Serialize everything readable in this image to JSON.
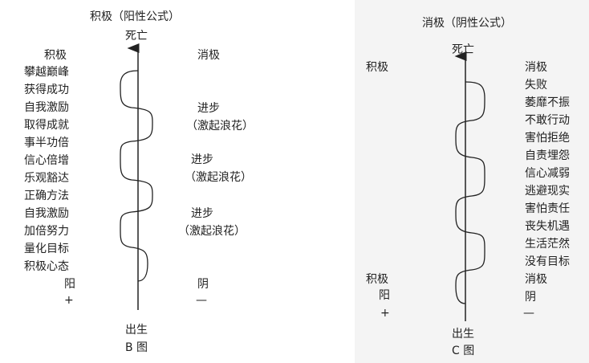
{
  "figure_b": {
    "title": "积极（阳性公式）",
    "top_label": "死亡",
    "left_header": "积极",
    "right_header": "消极",
    "left_items": [
      "攀越巅峰",
      "获得成功",
      "自我激励",
      "取得成就",
      "事半功倍",
      "信心倍增",
      "乐观豁达",
      "正确方法",
      "自我激励",
      "加倍努力",
      "量化目标",
      "积极心态"
    ],
    "progress_1": "进步",
    "progress_1_note": "（激起浪花）",
    "progress_2": "进步",
    "progress_2_note": "（激起浪花）",
    "progress_3": "进步",
    "progress_3_note": "（激起浪花）",
    "yang_label": "阳",
    "yang_symbol": "+",
    "yin_label": "阴",
    "yin_symbol": "—",
    "bottom_label": "出生",
    "caption": "B 图"
  },
  "figure_c": {
    "title": "消极（阴性公式）",
    "top_label": "死亡",
    "left_top": "积极",
    "right_items": [
      "消极",
      "失败",
      "萎靡不振",
      "不敢行动",
      "害怕拒绝",
      "自责埋怨",
      "信心减弱",
      "逃避现实",
      "害怕责任",
      "丧失机遇",
      "生活茫然",
      "没有目标",
      "消极"
    ],
    "left_bottom": "积极",
    "yang_label": "阳",
    "yang_symbol": "+",
    "yin_label": "阴",
    "yin_symbol": "—",
    "bottom_label": "出生",
    "caption": "C 图"
  },
  "colors": {
    "line": "#222222",
    "panel_c_bg": "#f4f4f4"
  }
}
